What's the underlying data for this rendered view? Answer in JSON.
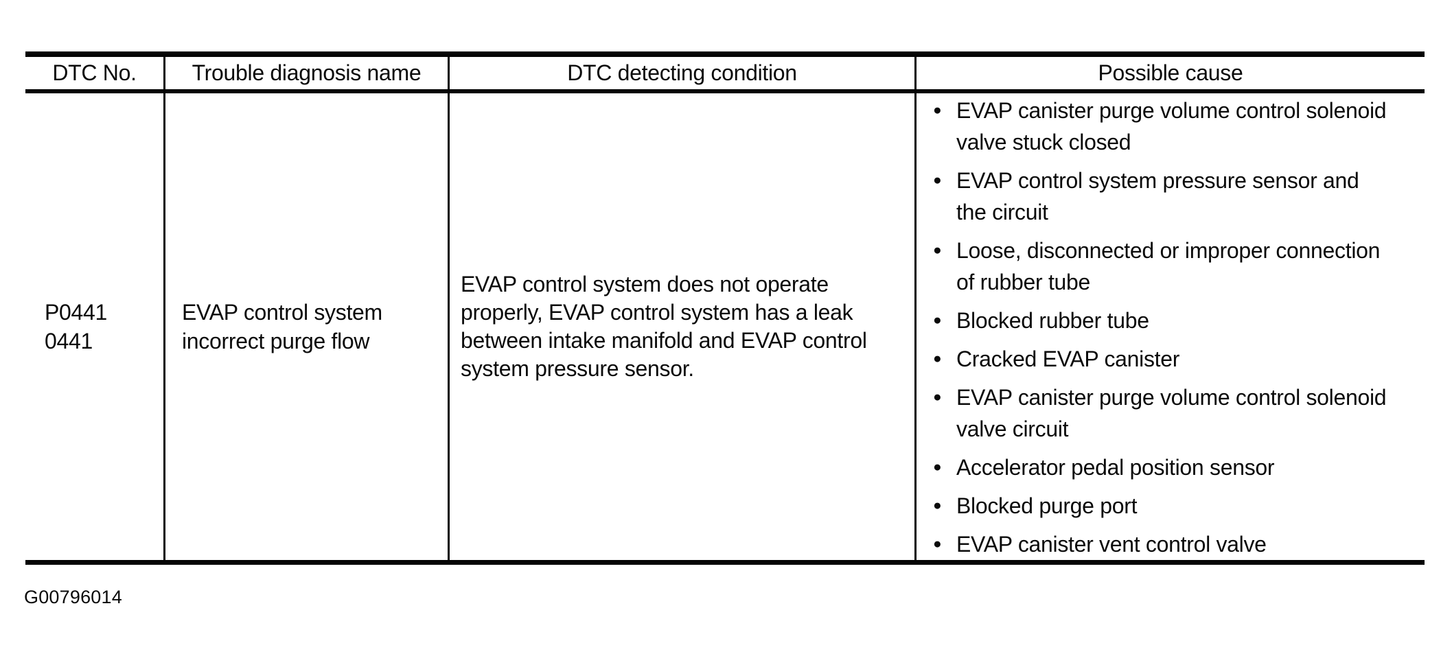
{
  "colors": {
    "ink": "#0a0a0a",
    "paper": "#ffffff"
  },
  "bullet_glyph": "●",
  "table": {
    "headers": [
      "DTC No.",
      "Trouble diagnosis name",
      "DTC detecting condition",
      "Possible cause"
    ],
    "row": {
      "dtc_no_lines": [
        "P0441",
        "0441"
      ],
      "trouble_diagnosis_name": "EVAP control system incorrect purge flow",
      "dtc_detecting_condition": "EVAP control system does not operate properly, EVAP control system has a leak between intake manifold and EVAP control system pressure sensor.",
      "possible_causes": [
        "EVAP canister purge volume control solenoid valve stuck closed",
        "EVAP control system pressure sensor and the circuit",
        "Loose, disconnected or improper connection of rubber tube",
        "Blocked rubber tube",
        "Cracked EVAP canister",
        "EVAP canister purge volume control solenoid valve circuit",
        "Accelerator pedal position sensor",
        "Blocked purge port",
        "EVAP canister vent control valve"
      ]
    }
  },
  "figure_id": "G00796014"
}
